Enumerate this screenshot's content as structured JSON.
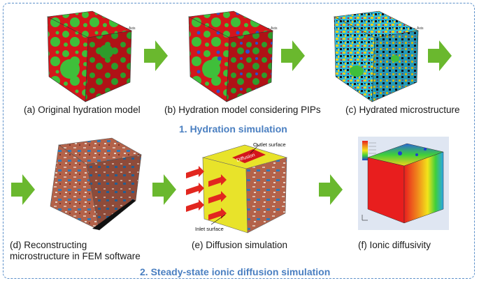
{
  "stages": {
    "hydration_title": "1. Hydration simulation",
    "diffusion_title": "2. Steady-state ionic diffusion simulation"
  },
  "panels": [
    {
      "caption": "(a) Original hydration model"
    },
    {
      "caption": "(b) Hydration model considering PIPs"
    },
    {
      "caption": "(c) Hydrated microstructure"
    },
    {
      "caption_line1": "(d) Reconstructing",
      "caption_line2": "microstructure in FEM software"
    },
    {
      "caption": "(e) Diffusion simulation"
    },
    {
      "caption": "(f) Ionic diffusivity"
    }
  ],
  "annotations": {
    "outlet": "Outlet surface",
    "inlet": "Inlet surface",
    "diffusion_label": "Diffusion"
  },
  "colors": {
    "border": "#5b8fc9",
    "title": "#4a7fc1",
    "arrow_green": "#6ab82e",
    "paste_red": "#d4161b",
    "particle_green": "#3fbf3a",
    "pip_blue": "#2a4fd0"
  }
}
